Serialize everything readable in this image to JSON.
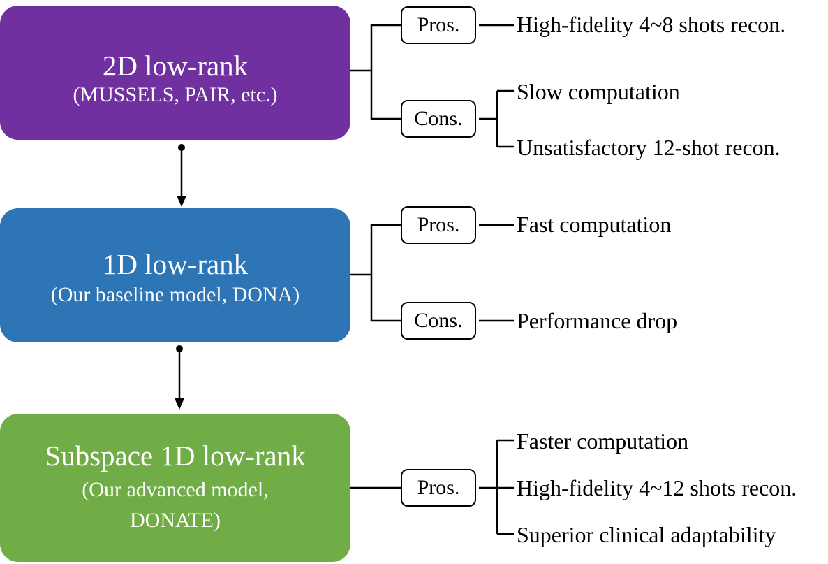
{
  "colors": {
    "box1": "#7030a0",
    "box2": "#2e75b6",
    "box3": "#70ad47"
  },
  "boxes": [
    {
      "title": "2D low-rank",
      "subtitle": "(MUSSELS, PAIR, etc.)"
    },
    {
      "title": "1D low-rank",
      "subtitle": "(Our baseline model, DONA)"
    },
    {
      "title": "Subspace 1D low-rank",
      "subtitle_line1": "(Our advanced model,",
      "subtitle_line2": "DONATE)"
    }
  ],
  "tags": {
    "pros": "Pros.",
    "cons": "Cons."
  },
  "items": {
    "b1_pros": [
      "High-fidelity 4~8 shots recon."
    ],
    "b1_cons": [
      "Slow computation",
      "Unsatisfactory 12-shot recon."
    ],
    "b2_pros": [
      "Fast computation"
    ],
    "b2_cons": [
      "Performance drop"
    ],
    "b3_pros": [
      "Faster computation",
      "High-fidelity 4~12 shots recon.",
      "Superior clinical adaptability"
    ]
  }
}
